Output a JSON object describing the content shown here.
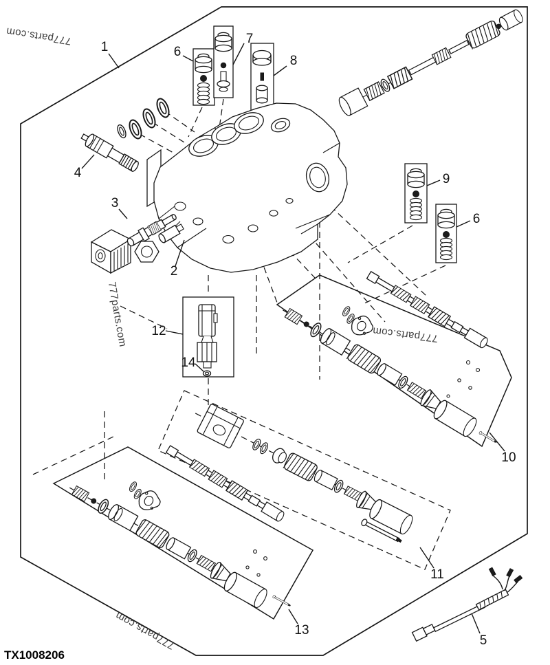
{
  "figure": {
    "id": "TX1008206",
    "watermark": "777parts.com",
    "type": "exploded-parts-diagram",
    "colors": {
      "line": "#161616",
      "background": "#ffffff",
      "watermark": "#3b3b3b"
    }
  },
  "callouts": [
    {
      "label": "1"
    },
    {
      "label": "6"
    },
    {
      "label": "7"
    },
    {
      "label": "8"
    },
    {
      "label": "4"
    },
    {
      "label": "3"
    },
    {
      "label": "2"
    },
    {
      "label": "9"
    },
    {
      "label": "6"
    },
    {
      "label": "12"
    },
    {
      "label": "14"
    },
    {
      "label": "10"
    },
    {
      "label": "11"
    },
    {
      "label": "13"
    },
    {
      "label": "5"
    }
  ]
}
